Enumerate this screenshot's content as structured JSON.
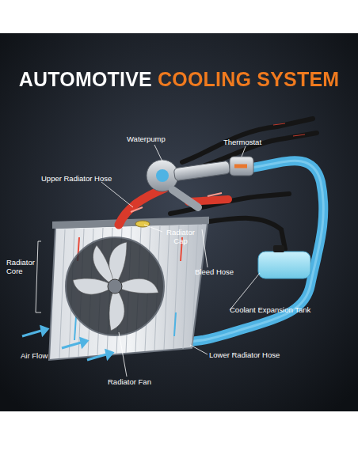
{
  "diagram": {
    "title": "AUTOMOTIVE COOLING SYSTEM",
    "labels": [
      "Waterpump",
      "Thermostat",
      "Upper Radiator Hose",
      "Radiator Cap",
      "Radiator Core",
      "Bleed Hose",
      "Coolant Expansion Tank",
      "Air Flow",
      "Lower Radiator Hose",
      "Radiator Fan"
    ]
  }
}
